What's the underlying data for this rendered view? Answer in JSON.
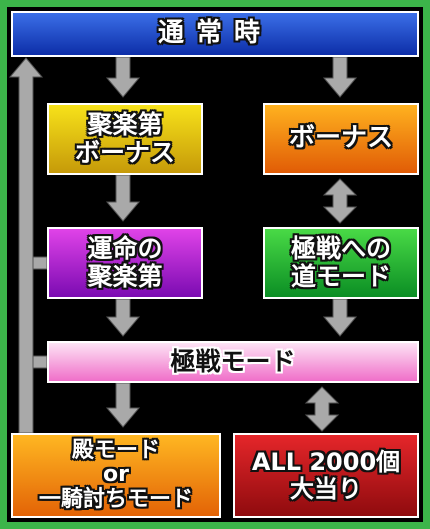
{
  "header": {
    "label": "通常時"
  },
  "nodes": {
    "jurakudai_bonus": "聚楽第\nボーナス",
    "bonus": "ボーナス",
    "unmei_jurakudai": "運命の\n聚楽第",
    "gokusen_michi": "極戦への\n道モード",
    "gokusen_mode": "極戦モード",
    "tono_mode": "殿モード\nor\n一騎討ちモード",
    "all2000": "ALL 2000個\n大当り"
  },
  "colors": {
    "background_frame": "#3cb54a",
    "canvas": "#000000",
    "arrow": "#a9a9a9",
    "header": "#1c4fd0",
    "jurakudai_bonus": "#e6c010",
    "bonus": "#f08a12",
    "unmei_jurakudai": "#a81ed0",
    "gokusen_michi": "#22b034",
    "gokusen_mode": "#f6a6de",
    "tono_mode": "#f08a12",
    "all2000": "#c01418"
  }
}
